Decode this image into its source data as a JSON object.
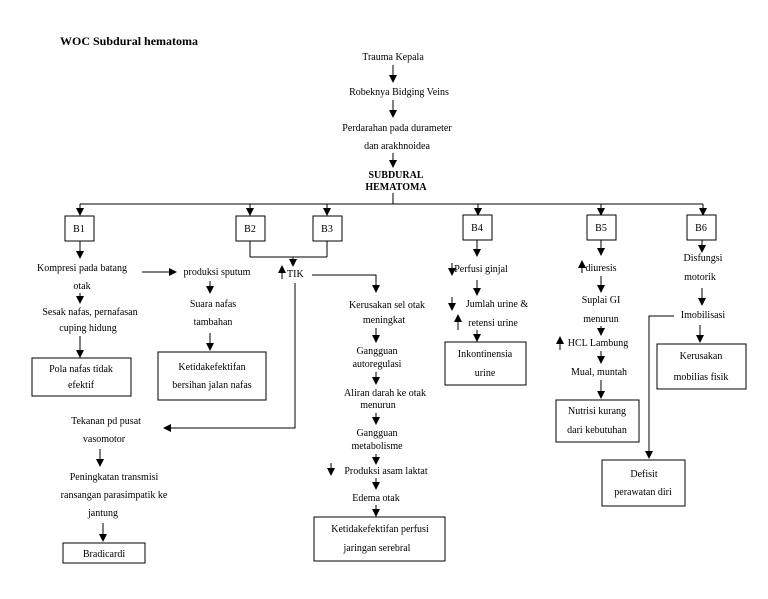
{
  "title": "WOC Subdural hematoma",
  "chain": {
    "trauma": "Trauma Kepala",
    "robek": "Robeknya Bidging Veins",
    "perdarahan_1": "Perdarahan pada durameter",
    "perdarahan_2": "dan arakhnoidea",
    "subdural_1": "SUBDURAL",
    "subdural_2": "HEMATOMA"
  },
  "boxes": {
    "b1": "B1",
    "b2": "B2",
    "b3": "B3",
    "b4": "B4",
    "b5": "B5",
    "b6": "B6"
  },
  "b1": {
    "kompresi_1": "Kompresi pada batang",
    "kompresi_2": "otak",
    "sesak_1": "Sesak nafas, pernafasan",
    "sesak_2": "cuping hidung",
    "dx_1": "Pola nafas tidak",
    "dx_2": "efektif"
  },
  "b2": {
    "sputum": "produksi sputum",
    "suara_1": "Suara nafas",
    "suara_2": "tambahan",
    "dx_1": "Ketidakefektifan",
    "dx_2": "bersihan jalan nafas"
  },
  "tik": "TIK",
  "vaso": {
    "tekanan_1": "Tekanan pd pusat",
    "tekanan_2": "vasomotor",
    "trans_1": "Peningkatan transmisi",
    "trans_2": "ransangan parasimpatik ke",
    "trans_3": "jantung",
    "dx": "Bradicardi"
  },
  "b3": {
    "kerusakan_1": "Kerusakan sel otak",
    "kerusakan_2": "meningkat",
    "gangguan_auto_1": "Gangguan",
    "gangguan_auto_2": "autoregulasi",
    "aliran_1": "Aliran darah ke otak",
    "aliran_2": "menurun",
    "gangguan_meta_1": "Gangguan",
    "gangguan_meta_2": "metabolisme",
    "asam": "Produksi asam laktat",
    "edema": "Edema otak",
    "dx_1": "Ketidakefektifan perfusi",
    "dx_2": "jaringan serebral"
  },
  "b4": {
    "perfusi": "Perfusi ginjal",
    "jumlah": "Jumlah urine &",
    "retensi": "retensi urine",
    "dx_1": "Inkontinensia",
    "dx_2": "urine"
  },
  "b5": {
    "diuresis": "diuresis",
    "suplai_1": "Suplai GI",
    "suplai_2": "menurun",
    "hcl": "HCL Lambung",
    "mual": "Mual, muntah",
    "dx_1": "Nutrisi kurang",
    "dx_2": "dari kebutuhan"
  },
  "b6": {
    "disfungsi_1": "Disfungsi",
    "disfungsi_2": "motorik",
    "imobilisasi": "Imobilisasi",
    "dx_1": "Kerusakan",
    "dx_2": "mobilias fisik",
    "defisit_1": "Defisit",
    "defisit_2": "perawatan diri"
  }
}
